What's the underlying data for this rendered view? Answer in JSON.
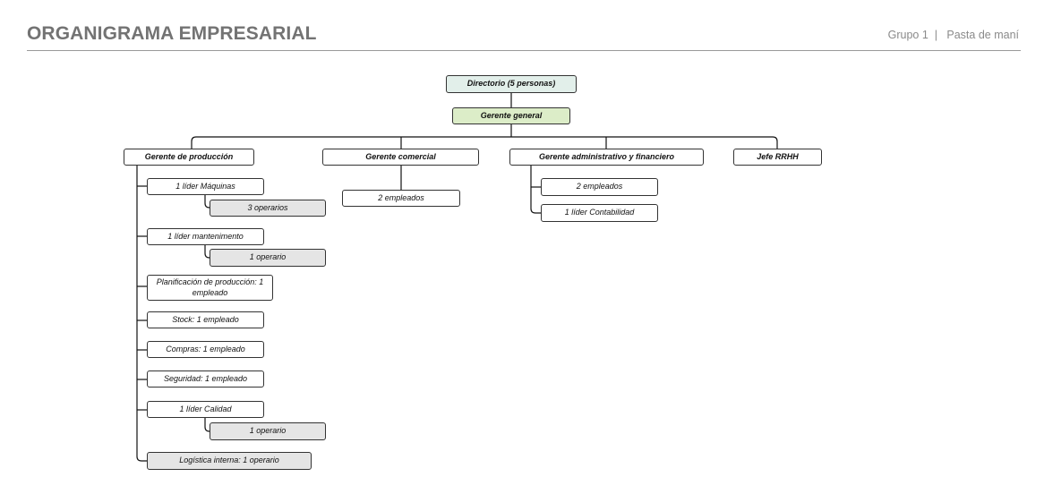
{
  "header": {
    "title": "ORGANIGRAMA EMPRESARIAL",
    "meta": "Grupo 1  |   Pasta de maní"
  },
  "org": {
    "board": "Directorio (5 personas)",
    "general_manager": "Gerente general",
    "production": {
      "label": "Gerente de producción",
      "machines_lead": "1 líder Máquinas",
      "machines_ops": "3 operarios",
      "maintenance_lead": "1 líder mantenimento",
      "maintenance_ops": "1 operario",
      "planning": "Planificación de producción: 1 empleado",
      "stock": "Stock: 1 empleado",
      "purchasing": "Compras: 1 empleado",
      "safety": "Seguridad: 1 empleado",
      "quality_lead": "1 líder Calidad",
      "quality_ops": "1 operario",
      "logistics": "Logística interna: 1 operario"
    },
    "commercial": {
      "label": "Gerente comercial",
      "employees": "2 empleados"
    },
    "admin": {
      "label": "Gerente administrativo y financiero",
      "employees": "2 empleados",
      "accounting_lead": "1 líder Contabilidad"
    },
    "hr": {
      "label": "Jefe RRHH"
    }
  }
}
